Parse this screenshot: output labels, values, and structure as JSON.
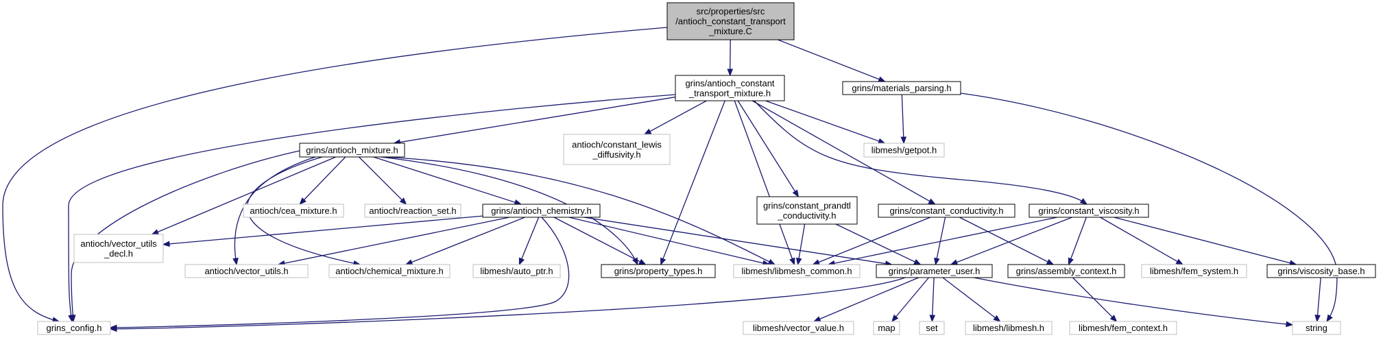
{
  "diagram": {
    "type": "include-dependency-graph",
    "edge_color": "#191970",
    "colors": {
      "root_fill": "#bfbfbf",
      "documented_border": "#000000",
      "external_border": "#bfbfbf"
    },
    "nodes": [
      {
        "id": "root",
        "kind": "root",
        "lines": [
          "src/properties/src",
          "/antioch_constant_transport",
          "_mixture.C"
        ]
      },
      {
        "id": "act_mixture_h",
        "kind": "doc",
        "lines": [
          "grins/antioch_constant",
          "_transport_mixture.h"
        ]
      },
      {
        "id": "materials_parsing",
        "kind": "doc",
        "lines": [
          "grins/materials_parsing.h"
        ]
      },
      {
        "id": "antioch_mixture",
        "kind": "doc",
        "lines": [
          "grins/antioch_mixture.h"
        ]
      },
      {
        "id": "constant_lewis",
        "kind": "ext",
        "lines": [
          "antioch/constant_lewis",
          "_diffusivity.h"
        ]
      },
      {
        "id": "getpot",
        "kind": "ext",
        "lines": [
          "libmesh/getpot.h"
        ]
      },
      {
        "id": "cea_mixture",
        "kind": "ext",
        "lines": [
          "antioch/cea_mixture.h"
        ]
      },
      {
        "id": "reaction_set",
        "kind": "ext",
        "lines": [
          "antioch/reaction_set.h"
        ]
      },
      {
        "id": "antioch_chemistry",
        "kind": "doc",
        "lines": [
          "grins/antioch_chemistry.h"
        ]
      },
      {
        "id": "constant_prandtl",
        "kind": "doc",
        "lines": [
          "grins/constant_prandtl",
          "_conductivity.h"
        ]
      },
      {
        "id": "constant_conductivity",
        "kind": "doc",
        "lines": [
          "grins/constant_conductivity.h"
        ]
      },
      {
        "id": "constant_viscosity",
        "kind": "doc",
        "lines": [
          "grins/constant_viscosity.h"
        ]
      },
      {
        "id": "vector_utils_decl",
        "kind": "ext",
        "lines": [
          "antioch/vector_utils",
          "_decl.h"
        ]
      },
      {
        "id": "vector_utils",
        "kind": "ext",
        "lines": [
          "antioch/vector_utils.h"
        ]
      },
      {
        "id": "chemical_mixture",
        "kind": "ext",
        "lines": [
          "antioch/chemical_mixture.h"
        ]
      },
      {
        "id": "auto_ptr",
        "kind": "ext",
        "lines": [
          "libmesh/auto_ptr.h"
        ]
      },
      {
        "id": "property_types",
        "kind": "doc",
        "lines": [
          "grins/property_types.h"
        ]
      },
      {
        "id": "libmesh_common",
        "kind": "ext",
        "lines": [
          "libmesh/libmesh_common.h"
        ]
      },
      {
        "id": "parameter_user",
        "kind": "doc",
        "lines": [
          "grins/parameter_user.h"
        ]
      },
      {
        "id": "assembly_context",
        "kind": "doc",
        "lines": [
          "grins/assembly_context.h"
        ]
      },
      {
        "id": "fem_system",
        "kind": "ext",
        "lines": [
          "libmesh/fem_system.h"
        ]
      },
      {
        "id": "viscosity_base",
        "kind": "doc",
        "lines": [
          "grins/viscosity_base.h"
        ]
      },
      {
        "id": "grins_config",
        "kind": "ext",
        "lines": [
          "grins_config.h"
        ]
      },
      {
        "id": "vector_value",
        "kind": "ext",
        "lines": [
          "libmesh/vector_value.h"
        ]
      },
      {
        "id": "map",
        "kind": "ext",
        "lines": [
          "map"
        ]
      },
      {
        "id": "set",
        "kind": "ext",
        "lines": [
          "set"
        ]
      },
      {
        "id": "libmesh_h",
        "kind": "ext",
        "lines": [
          "libmesh/libmesh.h"
        ]
      },
      {
        "id": "fem_context",
        "kind": "ext",
        "lines": [
          "libmesh/fem_context.h"
        ]
      },
      {
        "id": "string",
        "kind": "ext",
        "lines": [
          "string"
        ]
      }
    ],
    "edges": [
      [
        "root",
        "act_mixture_h"
      ],
      [
        "root",
        "materials_parsing"
      ],
      [
        "root",
        "grins_config"
      ],
      [
        "act_mixture_h",
        "antioch_mixture"
      ],
      [
        "act_mixture_h",
        "constant_lewis"
      ],
      [
        "act_mixture_h",
        "getpot"
      ],
      [
        "act_mixture_h",
        "property_types"
      ],
      [
        "act_mixture_h",
        "libmesh_common"
      ],
      [
        "act_mixture_h",
        "constant_prandtl"
      ],
      [
        "act_mixture_h",
        "constant_conductivity"
      ],
      [
        "act_mixture_h",
        "constant_viscosity"
      ],
      [
        "act_mixture_h",
        "grins_config"
      ],
      [
        "materials_parsing",
        "getpot"
      ],
      [
        "materials_parsing",
        "string"
      ],
      [
        "antioch_mixture",
        "cea_mixture"
      ],
      [
        "antioch_mixture",
        "reaction_set"
      ],
      [
        "antioch_mixture",
        "antioch_chemistry"
      ],
      [
        "antioch_mixture",
        "vector_utils_decl"
      ],
      [
        "antioch_mixture",
        "vector_utils"
      ],
      [
        "antioch_mixture",
        "chemical_mixture"
      ],
      [
        "antioch_mixture",
        "property_types"
      ],
      [
        "antioch_mixture",
        "libmesh_common"
      ],
      [
        "antioch_mixture",
        "grins_config"
      ],
      [
        "antioch_chemistry",
        "vector_utils_decl"
      ],
      [
        "antioch_chemistry",
        "vector_utils"
      ],
      [
        "antioch_chemistry",
        "chemical_mixture"
      ],
      [
        "antioch_chemistry",
        "auto_ptr"
      ],
      [
        "antioch_chemistry",
        "property_types"
      ],
      [
        "antioch_chemistry",
        "libmesh_common"
      ],
      [
        "antioch_chemistry",
        "parameter_user"
      ],
      [
        "antioch_chemistry",
        "grins_config"
      ],
      [
        "constant_prandtl",
        "libmesh_common"
      ],
      [
        "constant_prandtl",
        "parameter_user"
      ],
      [
        "constant_conductivity",
        "libmesh_common"
      ],
      [
        "constant_conductivity",
        "parameter_user"
      ],
      [
        "constant_conductivity",
        "assembly_context"
      ],
      [
        "constant_viscosity",
        "libmesh_common"
      ],
      [
        "constant_viscosity",
        "parameter_user"
      ],
      [
        "constant_viscosity",
        "assembly_context"
      ],
      [
        "constant_viscosity",
        "fem_system"
      ],
      [
        "constant_viscosity",
        "viscosity_base"
      ],
      [
        "parameter_user",
        "grins_config"
      ],
      [
        "parameter_user",
        "vector_value"
      ],
      [
        "parameter_user",
        "map"
      ],
      [
        "parameter_user",
        "set"
      ],
      [
        "parameter_user",
        "libmesh_h"
      ],
      [
        "parameter_user",
        "string"
      ],
      [
        "assembly_context",
        "fem_context"
      ],
      [
        "viscosity_base",
        "string"
      ]
    ]
  }
}
